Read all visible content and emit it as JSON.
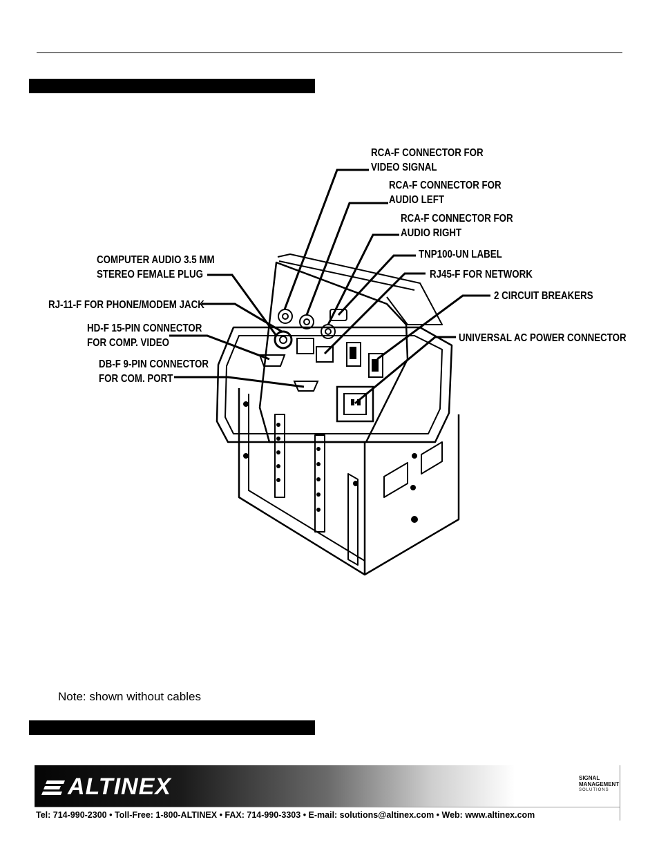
{
  "callouts": {
    "video_signal": [
      "RCA-F CONNECTOR FOR",
      "VIDEO SIGNAL"
    ],
    "audio_left": [
      "RCA-F CONNECTOR FOR",
      "AUDIO LEFT"
    ],
    "audio_right": [
      "RCA-F CONNECTOR FOR",
      "AUDIO RIGHT"
    ],
    "tnp_label": [
      "TNP100-UN LABEL"
    ],
    "rj45": [
      "RJ45-F FOR NETWORK"
    ],
    "breakers": [
      "2 CIRCUIT BREAKERS"
    ],
    "ac_power": [
      "UNIVERSAL AC POWER CONNECTOR"
    ],
    "computer_audio": [
      "COMPUTER AUDIO 3.5 MM",
      "STEREO FEMALE PLUG"
    ],
    "rj11": [
      "RJ-11-F FOR PHONE/MODEM JACK"
    ],
    "hdf15": [
      "HD-F 15-PIN CONNECTOR",
      "FOR COMP. VIDEO"
    ],
    "dbf9": [
      "DB-F 9-PIN CONNECTOR",
      "FOR COM. PORT"
    ]
  },
  "note": "Note: shown without cables",
  "footer": {
    "logo": "ALTINEX",
    "badge": [
      "SIGNAL",
      "MANAGEMENT",
      "SOLUTIONS"
    ],
    "contact": "Tel: 714-990-2300 • Toll-Free: 1-800-ALTINEX • FAX: 714-990-3303 • E-mail: solutions@altinex.com • Web: www.altinex.com"
  }
}
